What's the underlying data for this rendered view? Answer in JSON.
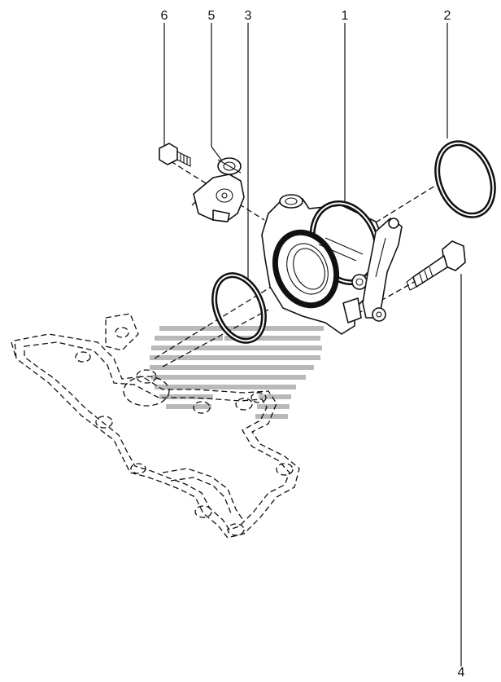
{
  "callouts": [
    {
      "id": "1",
      "label": "1"
    },
    {
      "id": "2",
      "label": "2"
    },
    {
      "id": "3",
      "label": "3"
    },
    {
      "id": "4",
      "label": "4"
    },
    {
      "id": "5",
      "label": "5"
    },
    {
      "id": "6",
      "label": "6"
    }
  ],
  "colors": {
    "line": "#111111",
    "background": "#ffffff",
    "watermark": "#b9b9b9"
  }
}
